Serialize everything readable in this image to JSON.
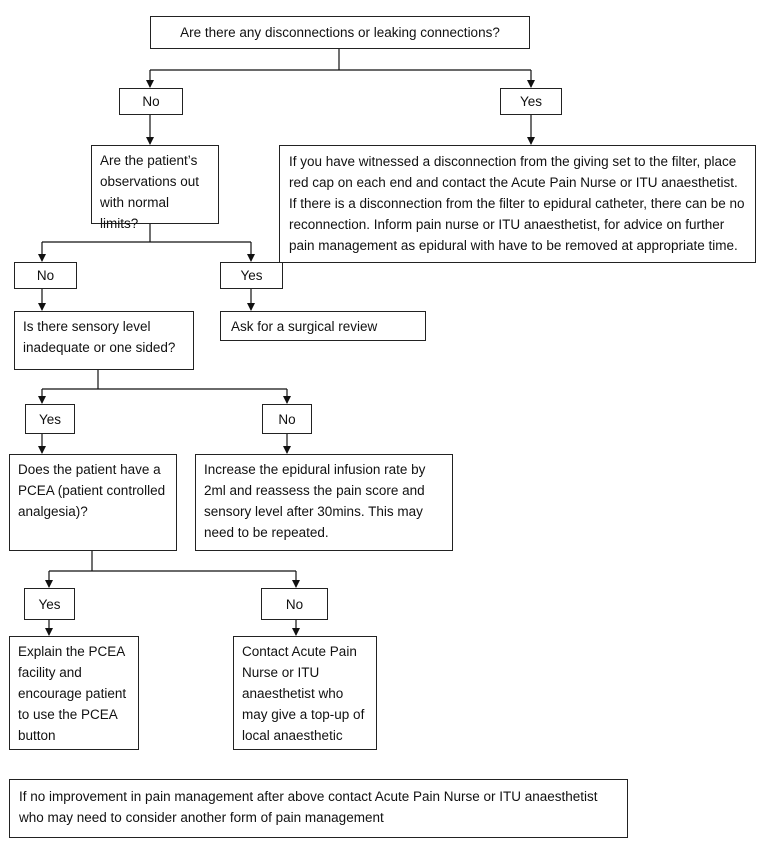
{
  "nodes": {
    "q_disconnect": "Are there any disconnections or leaking connections?",
    "no_1": "No",
    "yes_1": "Yes",
    "q_observations": "Are the patient’s observations out with normal limits?",
    "disconnect_action": "If you have witnessed a disconnection from the giving set to the filter, place red cap on each end and contact the Acute Pain Nurse or ITU anaesthetist. If there is a disconnection from the filter to epidural catheter, there can be no reconnection. Inform pain nurse or ITU anaesthetist, for advice on further pain management as epidural with have to be removed at appropriate time.",
    "no_2": "No",
    "yes_2": "Yes",
    "q_sensory": "Is there sensory level inadequate or one sided?",
    "surgical_review": "Ask for a surgical review",
    "yes_3": "Yes",
    "no_3": "No",
    "q_pcea": "Does the patient have a PCEA (patient controlled analgesia)?",
    "increase_rate": "Increase the epidural infusion rate by 2ml and reassess the pain score and sensory level after 30mins. This may need to be repeated.",
    "yes_4": "Yes",
    "no_4": "No",
    "explain_pcea": "Explain the PCEA facility and encourage patient to use the PCEA button",
    "contact_pain_nurse": "Contact Acute Pain Nurse or ITU anaesthetist who may give a top-up of local anaesthetic",
    "footer_note": "If no improvement in pain management after above contact Acute Pain Nurse or ITU anaesthetist who may need to consider another form of pain management"
  }
}
